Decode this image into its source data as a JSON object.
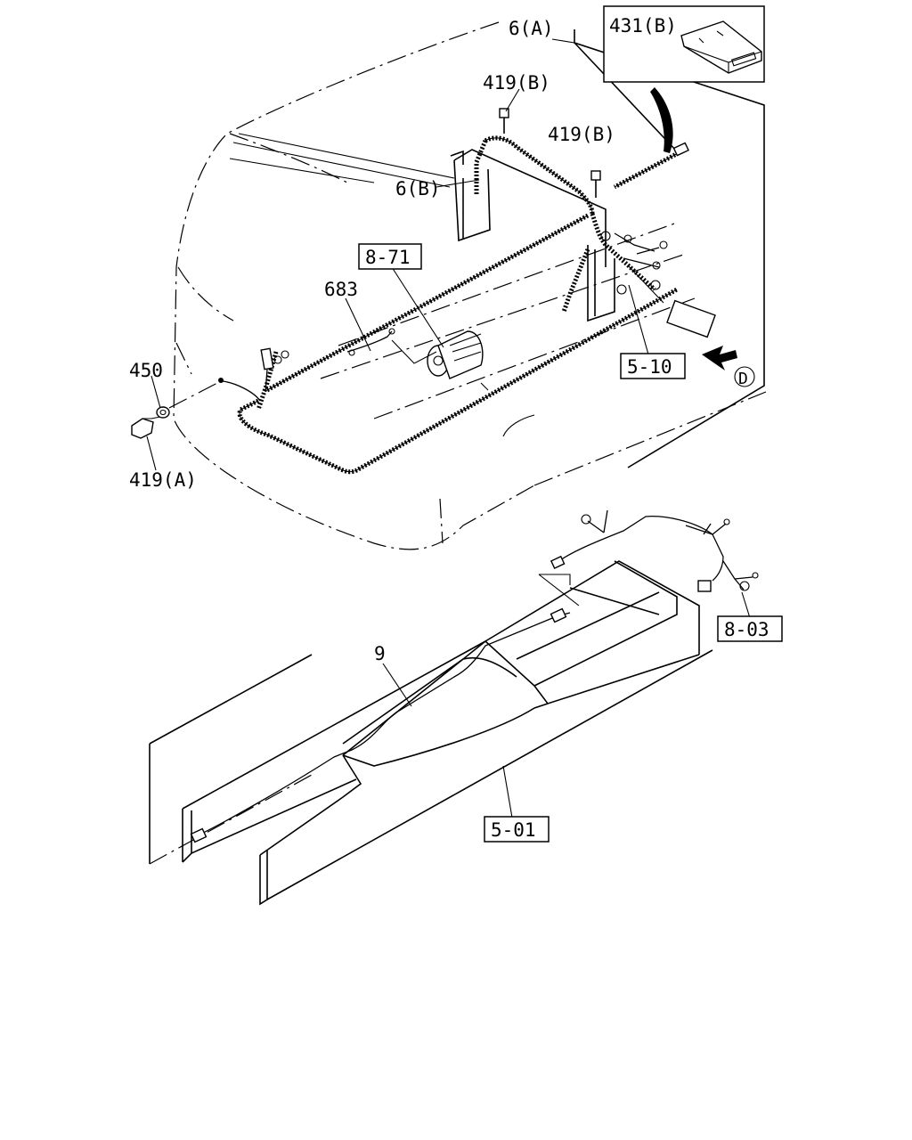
{
  "labels": {
    "l_6a": "6(A)",
    "l_431b": "431(B)",
    "l_419b_1": "419(B)",
    "l_419b_2": "419(B)",
    "l_6b": "6(B)",
    "l_871": "8-71",
    "l_683": "683",
    "l_450": "450",
    "l_419a": "419(A)",
    "l_510": "5-10",
    "l_view": "D",
    "l_803": "8-03",
    "l_9": "9",
    "l_501": "5-01"
  }
}
